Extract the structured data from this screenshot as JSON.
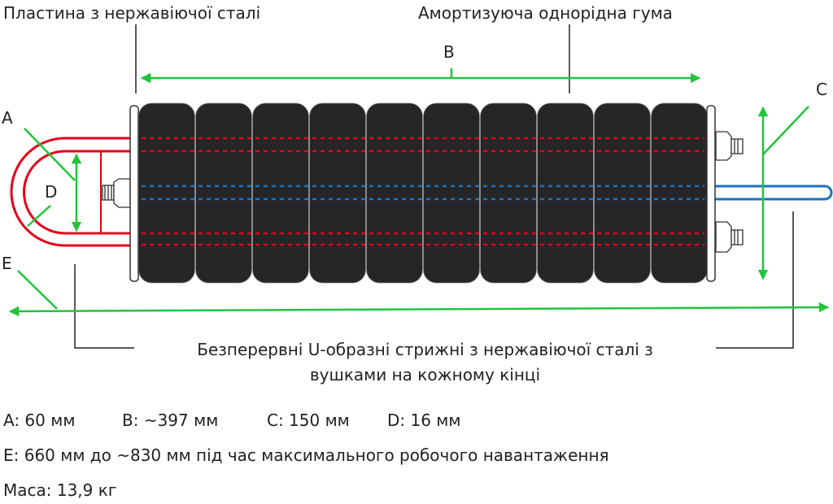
{
  "labels": {
    "plate": "Пластина з нержавіючої сталі",
    "rubber": "Амортизуюча однорідна гума",
    "rods_line1": "Безперервні U-образні стрижні з нержавіючої сталі з",
    "rods_line2": "вушками на кожному кінці",
    "dim_a": "A",
    "dim_b": "B",
    "dim_c": "C",
    "dim_d": "D",
    "dim_e": "E"
  },
  "specs": {
    "a": "A: 60 мм",
    "b": "B: ~397 мм",
    "c": "C: 150 мм",
    "d": "D: 16 мм",
    "e": "E: 660 мм до ~830 мм під час максимального робочого навантаження",
    "mass": "Маса: 13,9 кг"
  },
  "colors": {
    "dimension": "#22c43a",
    "rod_red": "#e3001b",
    "rod_blue": "#1a73c0",
    "rubber": "#262628"
  }
}
